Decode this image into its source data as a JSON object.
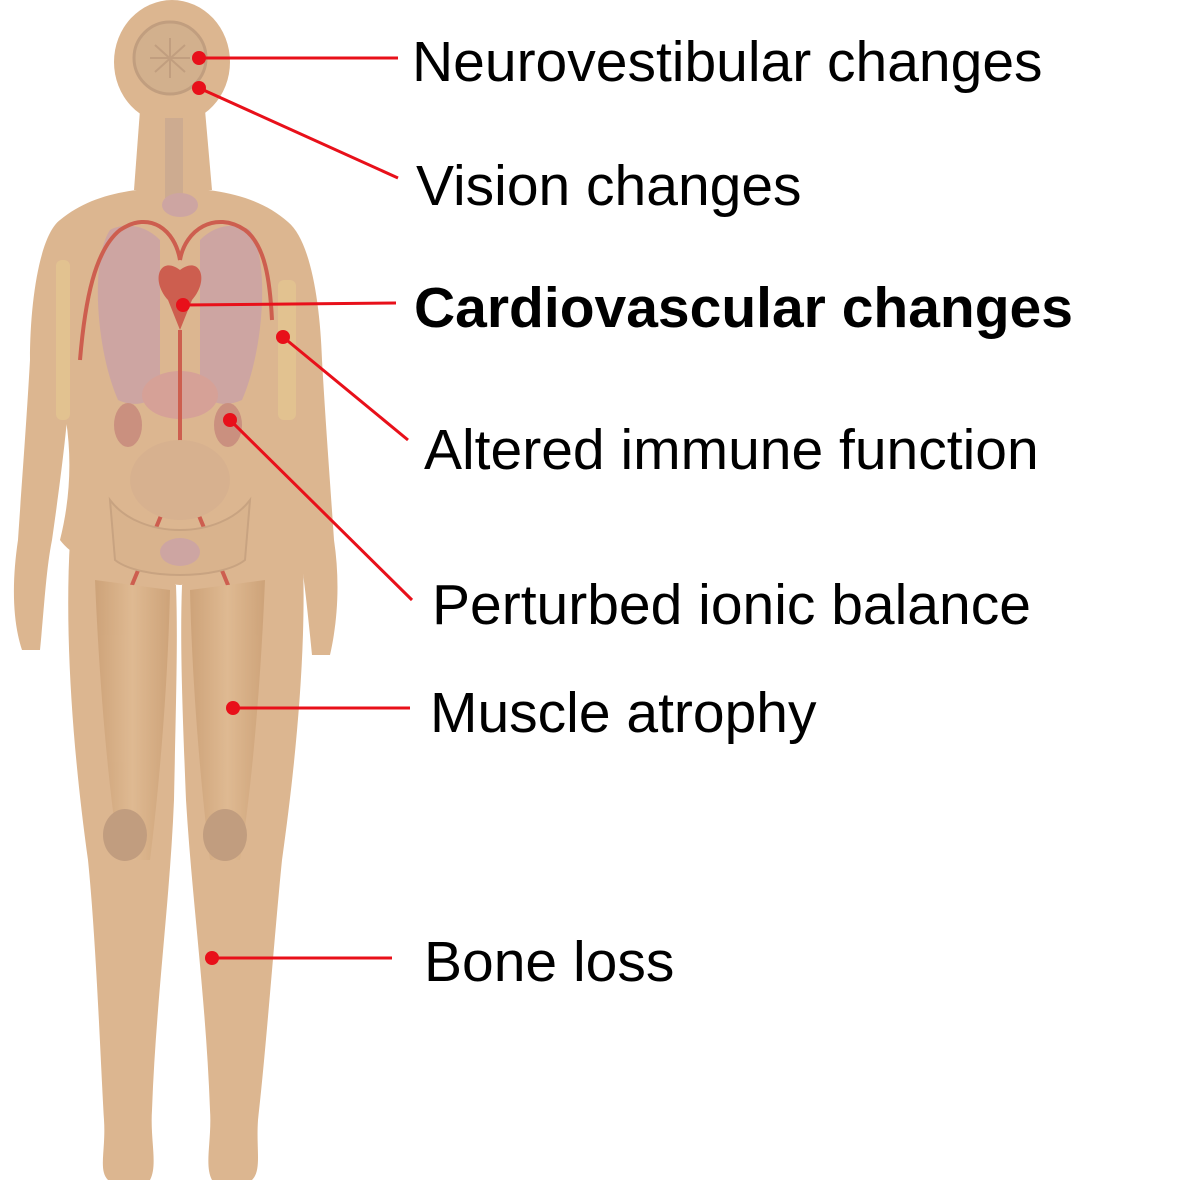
{
  "annotations": [
    {
      "id": "neurovestibular",
      "text": "Neurovestibular changes",
      "bold": false
    },
    {
      "id": "vision",
      "text": "Vision changes",
      "bold": false
    },
    {
      "id": "cardiovascular",
      "text": "Cardiovascular changes",
      "bold": true
    },
    {
      "id": "immune",
      "text": "Altered immune function",
      "bold": false
    },
    {
      "id": "ionic",
      "text": "Perturbed ionic balance",
      "bold": false
    },
    {
      "id": "muscle",
      "text": "Muscle atrophy",
      "bold": false
    },
    {
      "id": "bone",
      "text": "Bone loss",
      "bold": false
    }
  ],
  "colors": {
    "leader_line": "#e8101a",
    "body_skin": "#d9b48d",
    "organ_red": "#c9413a",
    "organ_pink": "#c99aa6",
    "text": "#000000"
  },
  "icons": {
    "figure": "human-anatomy-figure-icon",
    "marker": "red-dot-marker-icon"
  }
}
